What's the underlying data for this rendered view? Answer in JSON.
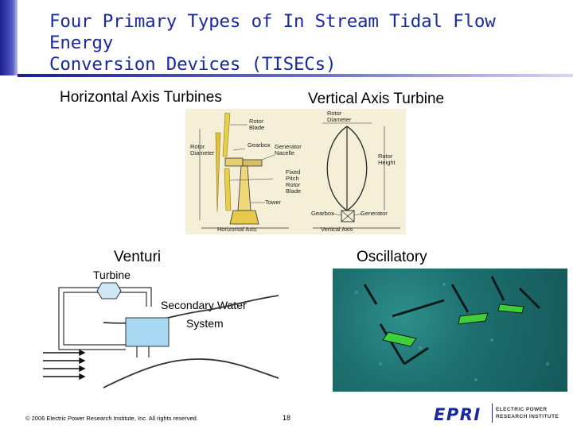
{
  "title": {
    "line1": "Four Primary Types of In Stream Tidal Flow Energy",
    "line2": "Conversion Devices (TISECs)"
  },
  "sections": {
    "horizontal": "Horizontal Axis Turbines",
    "vertical": "Vertical Axis Turbine",
    "venturi": "Venturi",
    "oscillatory": "Oscillatory"
  },
  "turbine_diagram": {
    "haxis_labels": {
      "rotor_blade": "Rotor\nBlade",
      "gearbox": "Gearbox",
      "generator_nacelle": "Generator\nNacelle",
      "rotor_diameter": "Rotor\nDiameter",
      "fixed_pitch": "Fixed\nPitch\nRotor\nBlade",
      "tower": "Tower",
      "caption": "Horizontal Axis"
    },
    "vaxis_labels": {
      "rotor_diameter": "Rotor\nDiameter",
      "rotor_height": "Rotor\nHeight",
      "gearbox": "Gearbox",
      "generator": "Generator",
      "caption": "Vertical Axis"
    }
  },
  "venturi_diagram": {
    "turbine_label": "Turbine",
    "secondary_water_line1": "Secondary Water",
    "secondary_water_line2": "System"
  },
  "footer": {
    "copyright": "© 2006 Electric Power Research Institute, Inc. All rights reserved.",
    "page_number": "18",
    "logo_text": "EPRI",
    "logo_sub_line1": "ELECTRIC POWER",
    "logo_sub_line2": "RESEARCH INSTITUTE"
  },
  "colors": {
    "title": "#1a2a9e",
    "accent": "#1b1e8f",
    "logo": "#1a2a9e",
    "blade": "#e0c23a"
  }
}
